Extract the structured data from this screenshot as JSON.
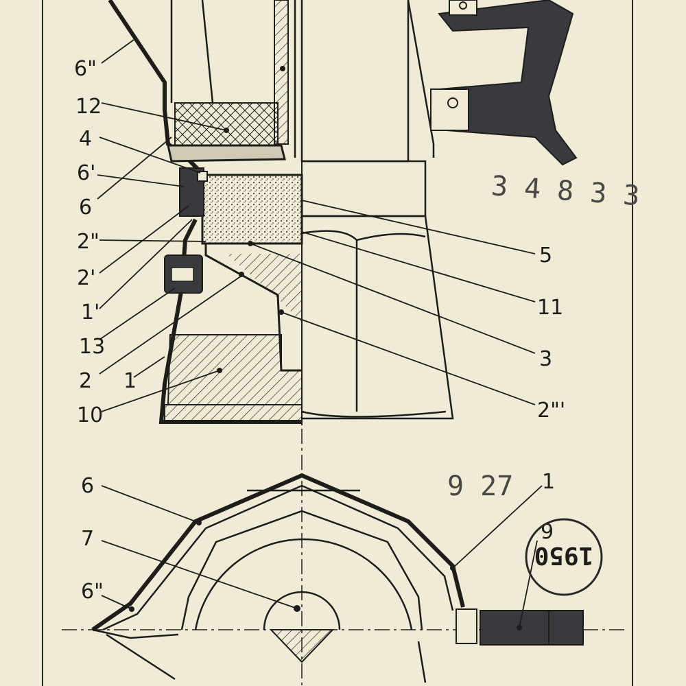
{
  "stamps": {
    "number_top": "3 4 8 3 3",
    "number_bottom": "9 27",
    "seal": "1950"
  },
  "top_labels_left": [
    {
      "id": "6dq",
      "text": "6\""
    },
    {
      "id": "12",
      "text": "12"
    },
    {
      "id": "4",
      "text": "4"
    },
    {
      "id": "6p",
      "text": "6'"
    },
    {
      "id": "6",
      "text": "6"
    },
    {
      "id": "2dq",
      "text": "2\""
    },
    {
      "id": "2p",
      "text": "2'"
    },
    {
      "id": "1p",
      "text": "1'"
    },
    {
      "id": "13",
      "text": "13"
    },
    {
      "id": "2",
      "text": "2"
    },
    {
      "id": "1",
      "text": "1"
    },
    {
      "id": "10",
      "text": "10"
    }
  ],
  "top_labels_right": [
    {
      "id": "5",
      "text": "5"
    },
    {
      "id": "11",
      "text": "11"
    },
    {
      "id": "3",
      "text": "3"
    },
    {
      "id": "2ppp",
      "text": "2\"'"
    }
  ],
  "bottom_labels": [
    {
      "id": "b6",
      "text": "6"
    },
    {
      "id": "b7",
      "text": "7"
    },
    {
      "id": "b6dq",
      "text": "6\""
    },
    {
      "id": "b1",
      "text": "1"
    },
    {
      "id": "b9",
      "text": "9"
    }
  ]
}
